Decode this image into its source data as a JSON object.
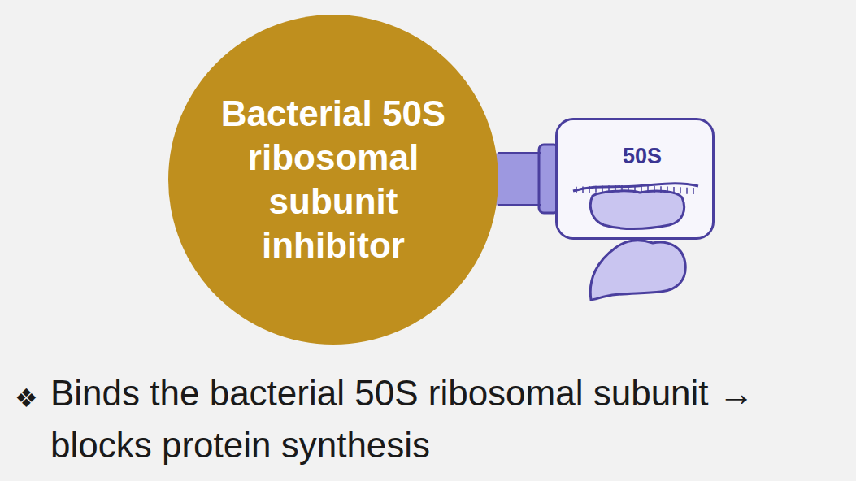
{
  "diagram": {
    "nodes": [
      {
        "text": [
          "Bacterial 50S ribosomal subunit inhibitor"
        ]
      },
      {
        "text": [
          "50S"
        ]
      }
    ],
    "edges": [
      {
        "from": 0,
        "to": 1,
        "arrow": "none"
      }
    ],
    "labels": [
      "❖",
      "Binds the bacterial 50S ribosomal subunit → blocks protein synthesis"
    ]
  }
}
